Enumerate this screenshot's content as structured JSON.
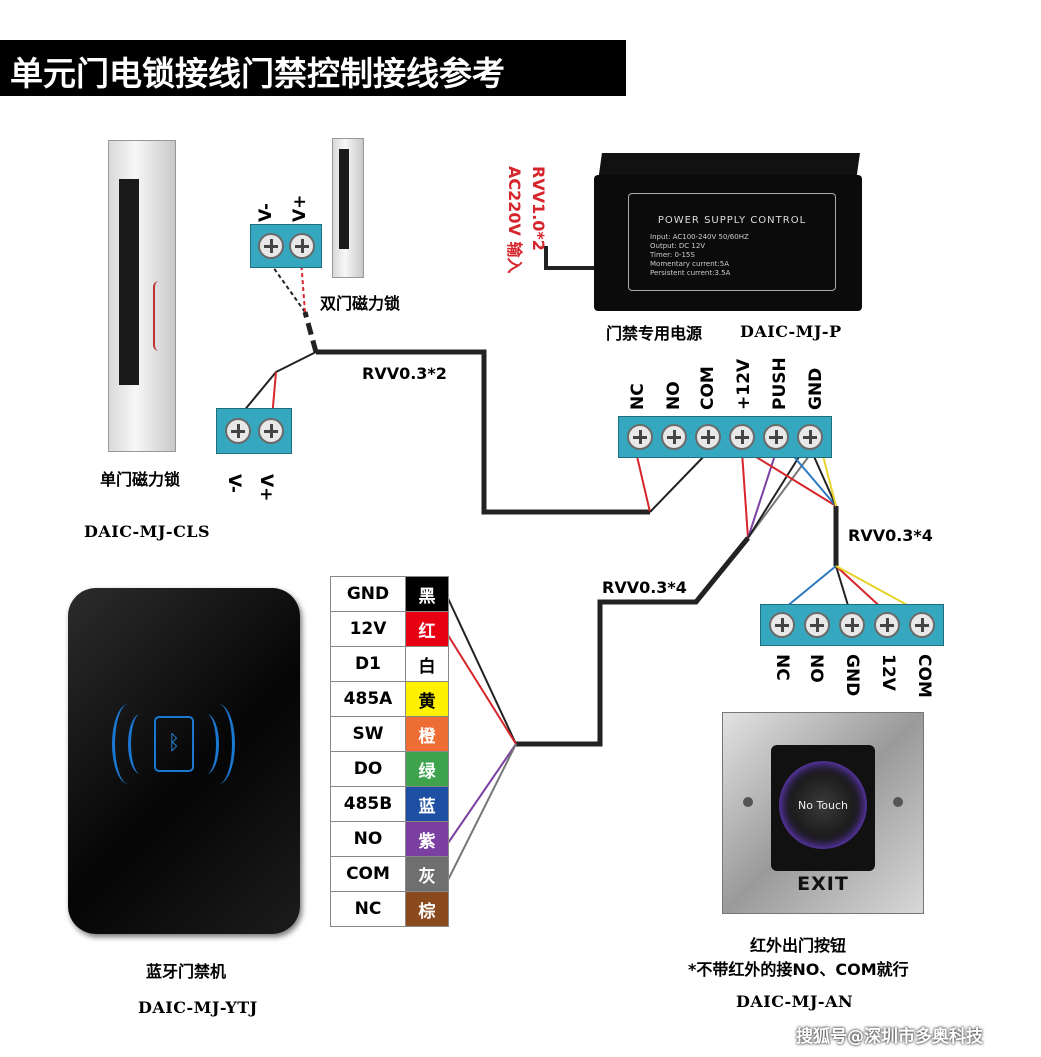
{
  "title": "单元门电锁接线门禁控制接线参考",
  "single_lock": {
    "name": "单门磁力锁",
    "model": "DAIC-MJ-CLS",
    "terminals": [
      "V-",
      "V+"
    ]
  },
  "double_lock": {
    "name": "双门磁力锁",
    "terminals": [
      "V-",
      "V+"
    ]
  },
  "power_supply": {
    "name": "门禁专用电源",
    "model": "DAIC-MJ-P",
    "input_cable": "RVV1.0*2",
    "input_label": "AC220V 输入",
    "panel": {
      "heading": "POWER SUPPLY CONTROL",
      "lines": [
        "Input:   AC100-240V  50/60HZ",
        "Output:  DC 12V",
        "Timer:   0-15S",
        "Momentary  current:5A",
        "Persistent  current:3.5A"
      ]
    },
    "terminals": [
      "NC",
      "NO",
      "COM",
      "+12V",
      "PUSH",
      "GND"
    ]
  },
  "cables": {
    "lock_cable": "RVV0.3*2",
    "exit_cable": "RVV0.3*4",
    "reader_cable": "RVV0.3*4"
  },
  "reader": {
    "name": "蓝牙门禁机",
    "model": "DAIC-MJ-YTJ",
    "wires": [
      {
        "signal": "GND",
        "color_name": "黑",
        "color": "#000000",
        "text_color": "#ffffff"
      },
      {
        "signal": "12V",
        "color_name": "红",
        "color": "#e60012",
        "text_color": "#ffffff"
      },
      {
        "signal": "D1",
        "color_name": "白",
        "color": "#ffffff",
        "text_color": "#000000"
      },
      {
        "signal": "485A",
        "color_name": "黄",
        "color": "#fff100",
        "text_color": "#000000"
      },
      {
        "signal": "SW",
        "color_name": "橙",
        "color": "#ed6d35",
        "text_color": "#ffffff"
      },
      {
        "signal": "DO",
        "color_name": "绿",
        "color": "#3fa34d",
        "text_color": "#ffffff"
      },
      {
        "signal": "485B",
        "color_name": "蓝",
        "color": "#1d50a2",
        "text_color": "#ffffff"
      },
      {
        "signal": "NO",
        "color_name": "紫",
        "color": "#7a3fa0",
        "text_color": "#ffffff"
      },
      {
        "signal": "COM",
        "color_name": "灰",
        "color": "#6f6f6f",
        "text_color": "#ffffff"
      },
      {
        "signal": "NC",
        "color_name": "棕",
        "color": "#8b4a1e",
        "text_color": "#ffffff"
      }
    ]
  },
  "exit_button": {
    "name": "红外出门按钮",
    "note": "*不带红外的接NO、COM就行",
    "model": "DAIC-MJ-AN",
    "button_text": "No Touch",
    "plate_text": "EXIT",
    "terminals": [
      "NC",
      "NO",
      "GND",
      "12V",
      "COM"
    ]
  },
  "watermark": "搜狐号@深圳市多奥科技",
  "colors": {
    "terminal_block": "#35a7be",
    "wire_black": "#222222",
    "wire_red": "#d6262b",
    "wire_purple": "#7a3fa0",
    "wire_blue": "#2a78c0",
    "wire_yellow": "#e8d42a",
    "wire_gray": "#777777"
  }
}
